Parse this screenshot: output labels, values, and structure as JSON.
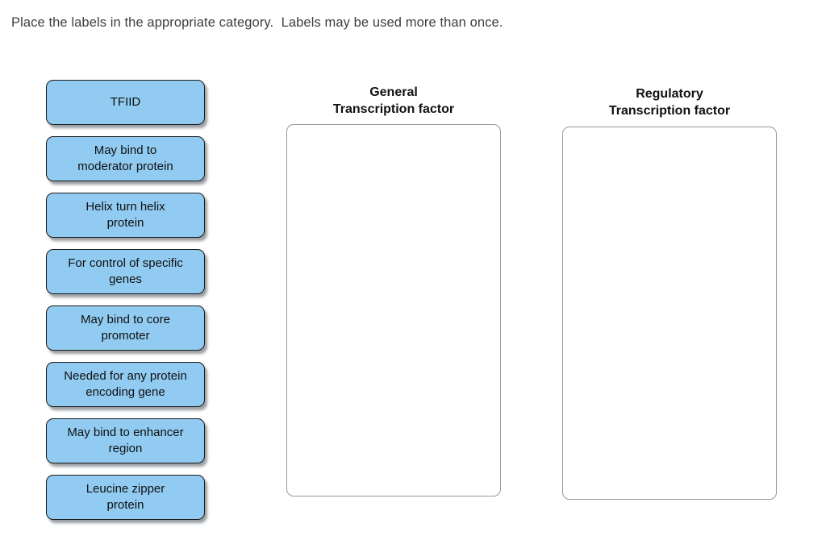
{
  "title": "Place the labels in the appropriate category.  Labels may be used more than once.",
  "chips": [
    "TFIID",
    "May bind to\nmoderator protein",
    "Helix turn helix\nprotein",
    "For control of specific\ngenes",
    "May bind to core\npromoter",
    "Needed for any protein\nencoding gene",
    "May bind to enhancer\nregion",
    "Leucine zipper\nprotein"
  ],
  "categories": [
    {
      "title": "General\nTranscription factor"
    },
    {
      "title": "Regulatory\nTranscription factor"
    }
  ],
  "colors": {
    "chip_fill": "#91cbf1",
    "chip_border": "#1b1b1b",
    "chip_text": "#101010",
    "dropzone_border": "#999999",
    "title_text": "#3c4043",
    "header_text": "#111111"
  }
}
